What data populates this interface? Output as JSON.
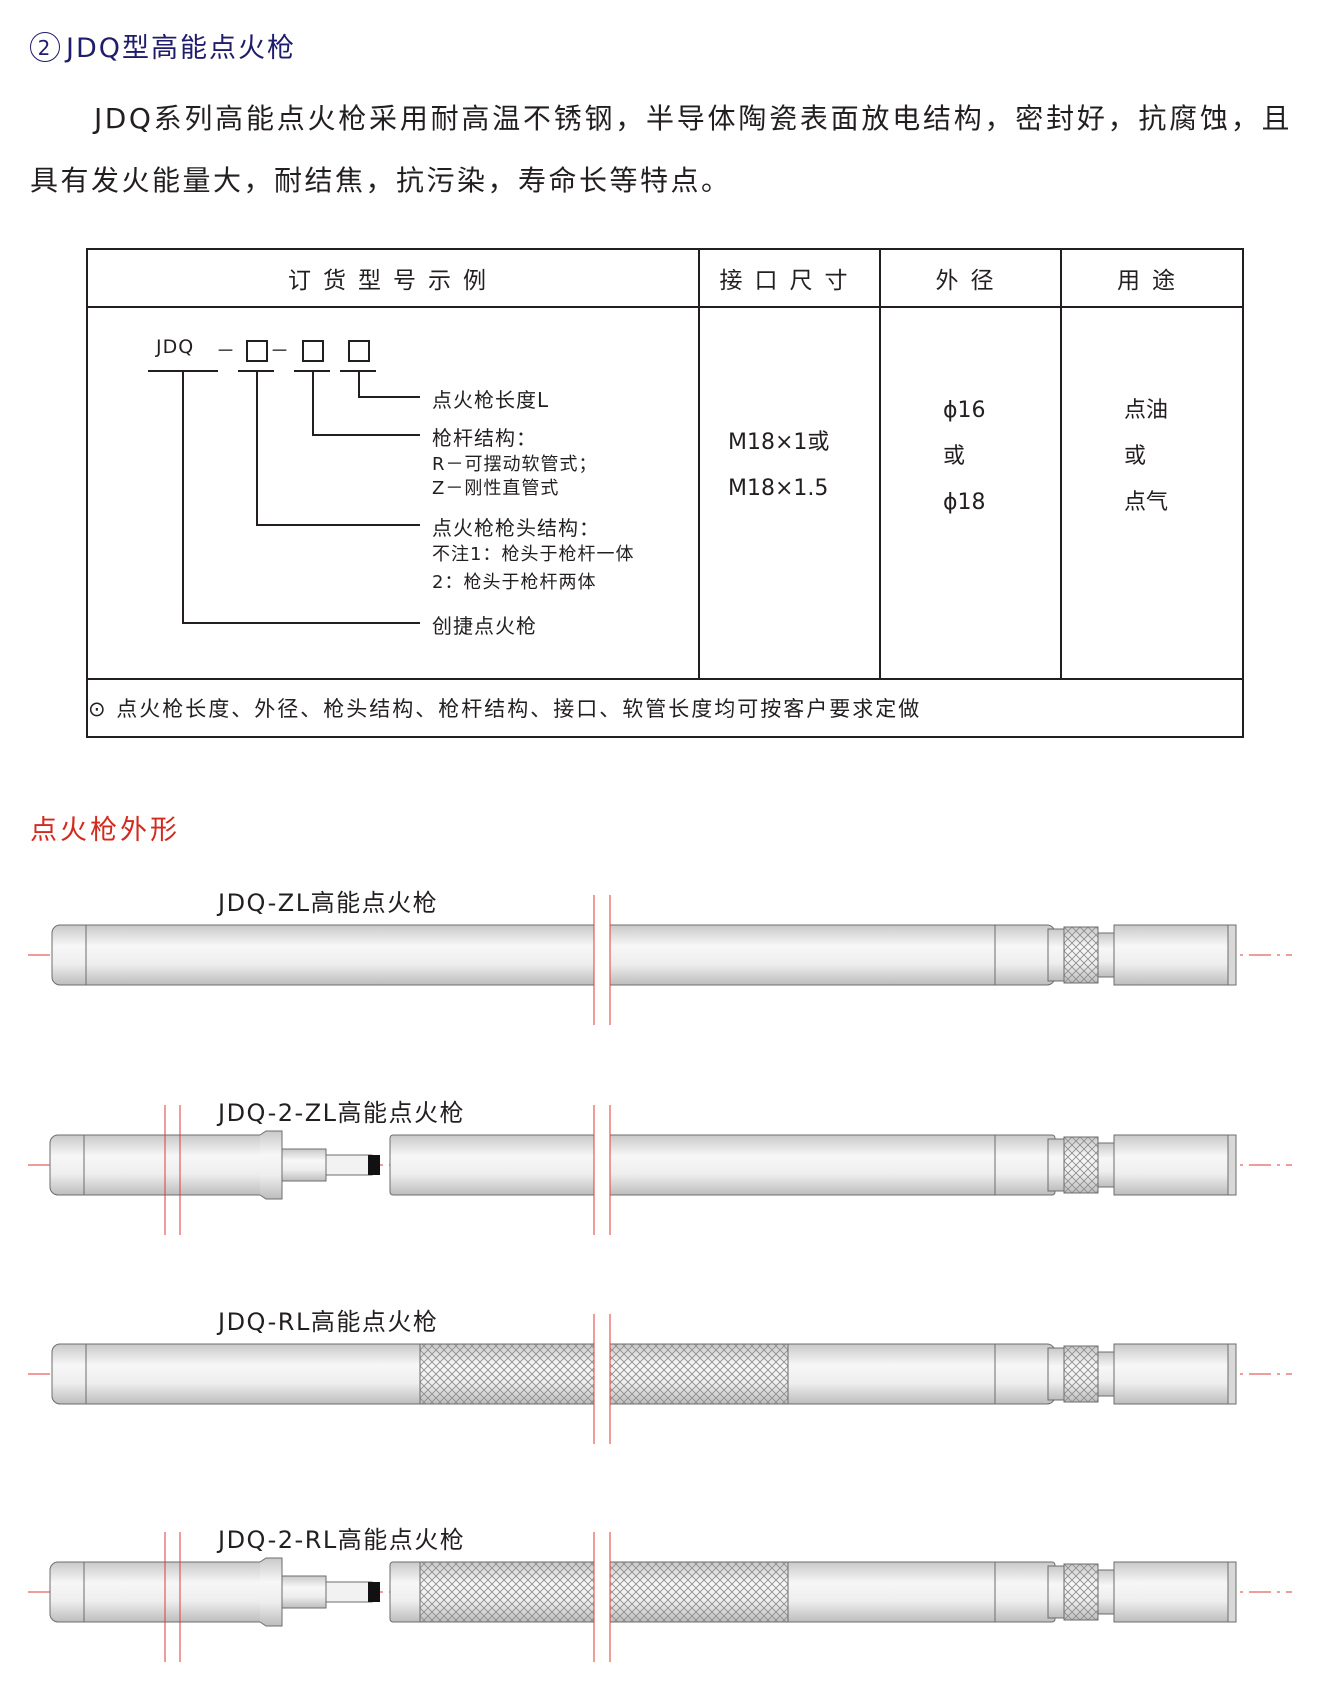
{
  "heading": {
    "symbol": "2",
    "text": "JDQ型高能点火枪"
  },
  "description": "JDQ系列高能点火枪采用耐高温不锈钢，半导体陶瓷表面放电结构，密封好，抗腐蚀，且具有发火能量大，耐结焦，抗污染，寿命长等特点。",
  "table": {
    "headers": [
      "订货型号示例",
      "接口尺寸",
      "外径",
      "用途"
    ],
    "model_code": {
      "prefix": "JDQ",
      "sep": "－"
    },
    "callouts": [
      {
        "lines": [
          "点火枪长度L"
        ]
      },
      {
        "lines": [
          "枪杆结构：",
          "R－可摆动软管式；",
          "Z－刚性直管式"
        ]
      },
      {
        "lines": [
          "点火枪枪头结构：",
          "不注1：枪头于枪杆一体",
          "2：枪头于枪杆两体"
        ]
      },
      {
        "lines": [
          "创捷点火枪"
        ]
      }
    ],
    "interface": [
      "M18×1或",
      "M18×1.5"
    ],
    "diameter": [
      "ϕ16",
      "或",
      "ϕ18"
    ],
    "usage": [
      "点油",
      "或",
      "点气"
    ],
    "note_symbol": "⊙",
    "note": "点火枪长度、外径、枪头结构、枪杆结构、接口、软管长度均可按客户要求定做"
  },
  "outline_title": "点火枪外形",
  "guns": [
    {
      "label": "JDQ-ZL高能点火枪",
      "two_piece": false,
      "hose": false
    },
    {
      "label": "JDQ-2-ZL高能点火枪",
      "two_piece": true,
      "hose": false
    },
    {
      "label": "JDQ-RL高能点火枪",
      "two_piece": false,
      "hose": true
    },
    {
      "label": "JDQ-2-RL高能点火枪",
      "two_piece": true,
      "hose": true
    }
  ],
  "colors": {
    "heading": "#1f1c6b",
    "outline_title": "#d32a1f",
    "centerline": "#e23a3a"
  }
}
